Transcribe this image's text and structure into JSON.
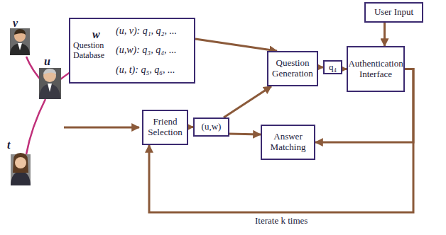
{
  "diagram": {
    "nodes": [
      {
        "text": [
          "Question Database",
          "(u, v): q₁, q₂, ...",
          "(u,w): q₃, q₄, ...",
          "(u, t): q₅, q₆, ..."
        ]
      },
      {
        "text": [
          "User Input"
        ]
      },
      {
        "text": [
          "Question Generation"
        ]
      },
      {
        "text": [
          "q₄"
        ]
      },
      {
        "text": [
          "Authentication Interface"
        ]
      },
      {
        "text": [
          "Friend Selection"
        ]
      },
      {
        "text": [
          "(u,w)"
        ]
      },
      {
        "text": [
          "Answer Matching"
        ]
      }
    ],
    "edges": [
      {
        "from": 0,
        "to": 2,
        "arrow": "to"
      },
      {
        "from": 1,
        "to": 4,
        "arrow": "to"
      },
      {
        "from": 2,
        "to": 3,
        "arrow": "to"
      },
      {
        "from": 3,
        "to": 4,
        "arrow": "to"
      },
      {
        "from": 5,
        "to": 6,
        "arrow": "to"
      },
      {
        "from": 6,
        "to": 2,
        "arrow": "to"
      },
      {
        "from": 6,
        "to": 7,
        "arrow": "to"
      },
      {
        "from": 4,
        "to": 7,
        "arrow": "to"
      },
      {
        "from": 4,
        "to": 5,
        "arrow": "to",
        "label": "Iterate k times"
      }
    ],
    "labels": [
      "v",
      "u",
      "w",
      "t"
    ]
  }
}
